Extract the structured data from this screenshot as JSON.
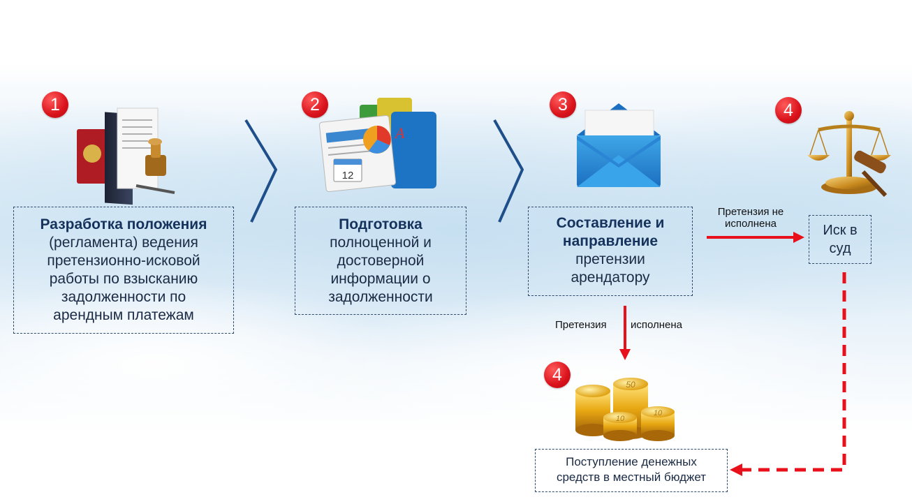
{
  "steps": [
    {
      "badge": "1",
      "title": "Разработка положения",
      "lines": [
        "(регламента) ведения",
        "претензионно-исковой",
        "работы по взысканию",
        "задолженности по",
        "арендным платежам"
      ],
      "icon": "legal-document-folder-icon"
    },
    {
      "badge": "2",
      "title": "Подготовка",
      "lines": [
        "полноценной и",
        "достоверной",
        "информации о",
        "задолженности"
      ],
      "icon": "report-folders-icon"
    },
    {
      "badge": "3",
      "title_lines": [
        "Составление и",
        "направление"
      ],
      "lines": [
        "претензии",
        "арендатору"
      ],
      "icon": "envelope-icon"
    },
    {
      "badge": "4",
      "lines": [
        "Иск в",
        "суд"
      ],
      "icon": "scales-gavel-icon"
    },
    {
      "badge": "4",
      "lines": [
        "Поступление денежных",
        "средств в местный бюджет"
      ],
      "icon": "gold-coins-icon"
    }
  ],
  "calendar_number": "12",
  "labels": {
    "not_fulfilled": [
      "Претензия не",
      "исполнена"
    ],
    "fulfilled_left": "Претензия",
    "fulfilled_right": "исполнена"
  },
  "colors": {
    "badge": "#d9121b",
    "arrow_red": "#e8101a",
    "chevron": "#1f4f8a",
    "text_dark": "#15325c"
  }
}
